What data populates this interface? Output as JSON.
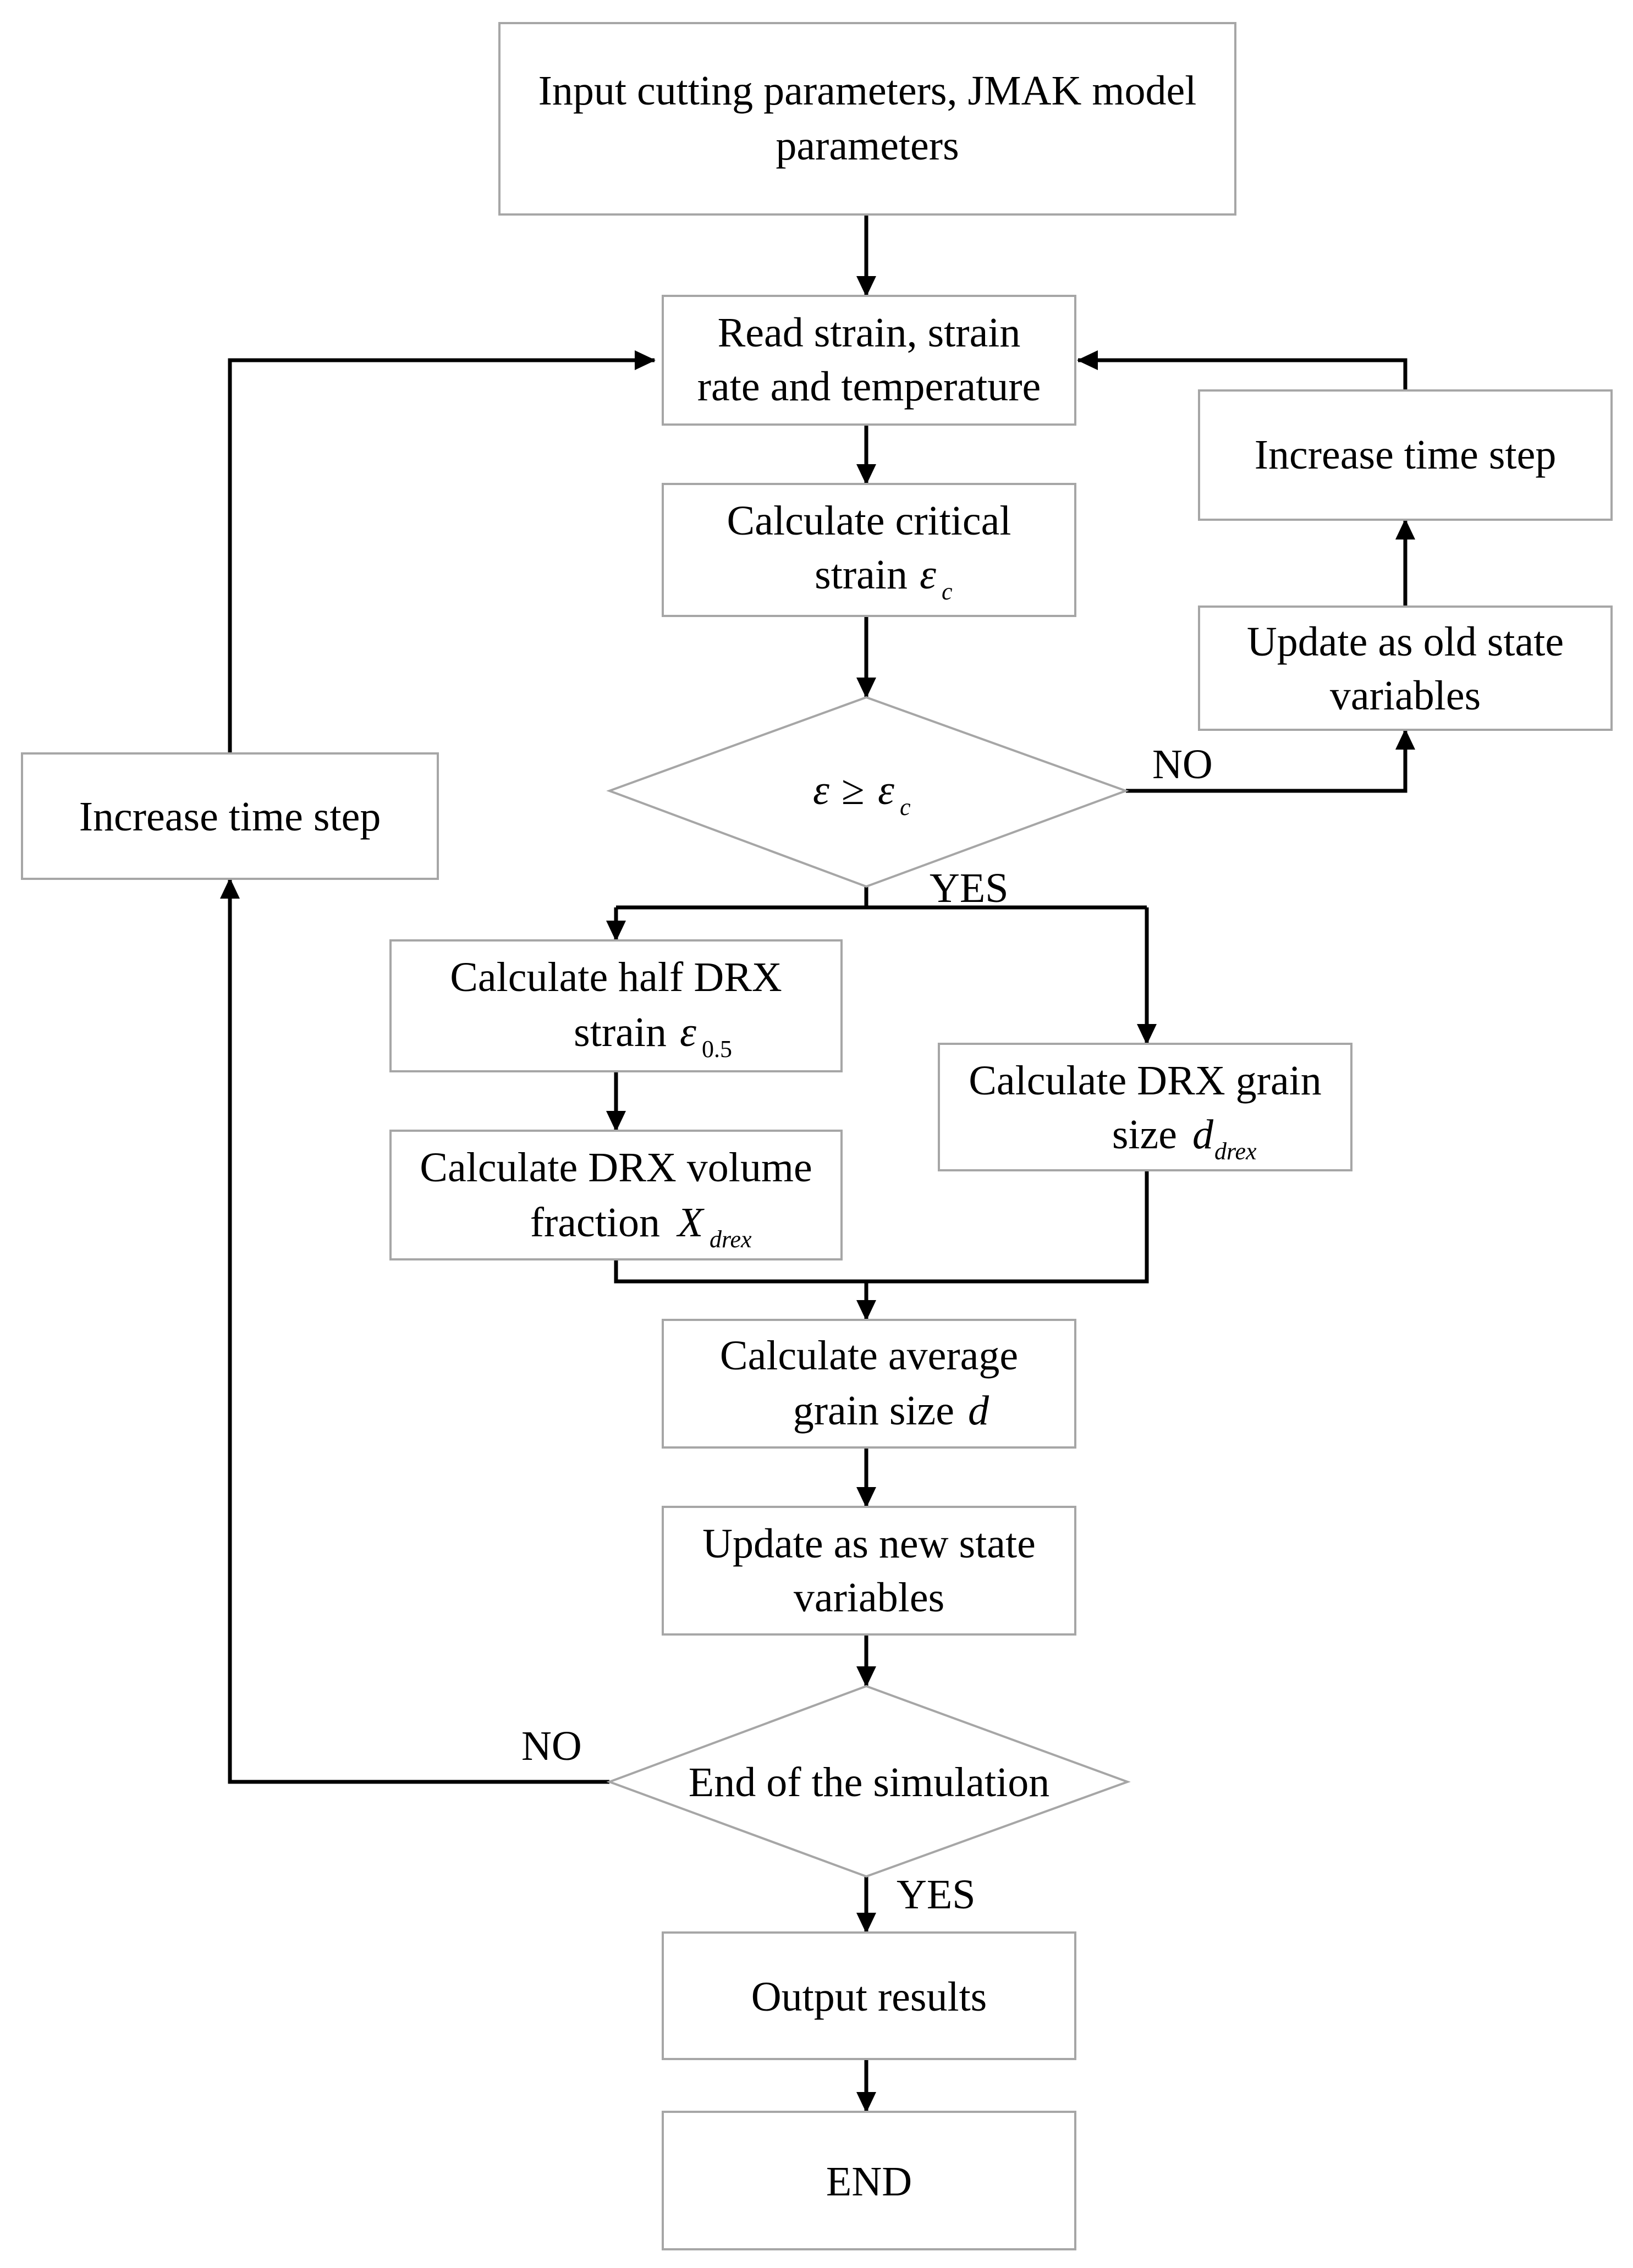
{
  "colors": {
    "line": "#000000",
    "box_border": "#a6a6a6",
    "background": "#ffffff"
  },
  "nodes": {
    "input": {
      "line1": "Input cutting parameters, JMAK model",
      "line2": "parameters"
    },
    "read": {
      "line1": "Read strain, strain",
      "line2": "rate and temperature"
    },
    "critical": {
      "line1": "Calculate critical",
      "line2": "strain",
      "symbol": "ε",
      "subscript": "c"
    },
    "condition": {
      "lhs": "ε",
      "op": "≥",
      "rhs": "ε",
      "rhs_sub": "c"
    },
    "update_old": {
      "line1": "Update as old state",
      "line2": "variables"
    },
    "increase_right": {
      "label": "Increase time step"
    },
    "increase_left": {
      "label": "Increase time step"
    },
    "half_drx": {
      "line1": "Calculate half DRX",
      "line2": "strain",
      "symbol": "ε",
      "subscript": "0.5"
    },
    "drx_grain": {
      "line1": "Calculate DRX grain",
      "line2": "size",
      "symbol": "d",
      "subscript": "drex"
    },
    "drx_volume": {
      "line1": "Calculate DRX volume",
      "line2": "fraction",
      "symbol": "X",
      "subscript": "drex"
    },
    "average": {
      "line1": "Calculate average",
      "line2": "grain size",
      "symbol": "d"
    },
    "update_new": {
      "line1": "Update as new state",
      "line2": "variables"
    },
    "end_sim": {
      "label": "End of the simulation"
    },
    "output": {
      "label": "Output results"
    },
    "end": {
      "label": "END"
    }
  },
  "edge_labels": {
    "no_top": "NO",
    "yes_top": "YES",
    "no_bottom": "NO",
    "yes_bottom": "YES"
  }
}
